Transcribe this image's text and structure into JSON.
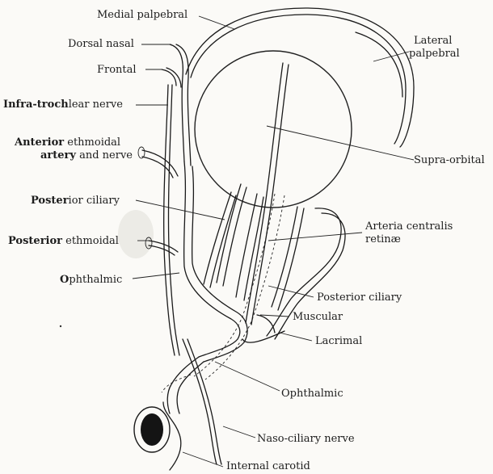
{
  "labels": {
    "medial_palpebral": "Medial palpebral",
    "dorsal_nasal": "Dorsal nasal",
    "frontal": "Frontal",
    "infra_trochlear_bold": "Infra-troch",
    "infra_trochlear_rest": "lear nerve",
    "anterior_ethmoidal_bold": "Anterior",
    "anterior_ethmoidal_rest": " ethmoidal",
    "artery_and_nerve_bold": "artery",
    "artery_and_nerve_rest": " and nerve",
    "posterior_ciliary_left_bold": "Poster",
    "posterior_ciliary_left_rest": "ior ciliary",
    "posterior_ethmoidal_bold": "Posterior",
    "posterior_ethmoidal_rest": " ethmoidal",
    "ophthalmic_left_bold": "O",
    "ophthalmic_left_rest": "phthalmic",
    "lateral_palpebral_1": "Lateral",
    "lateral_palpebral_2": "palpebral",
    "supra_orbital": "Supra-orbital",
    "arteria_centralis_1": "Arteria centralis",
    "arteria_centralis_2": "retinæ",
    "posterior_ciliary_right": "Posterior ciliary",
    "muscular": "Muscular",
    "lacrimal": "Lacrimal",
    "ophthalmic_right": "Ophthalmic",
    "naso_ciliary_nerve": "Naso-ciliary nerve",
    "internal_carotid": "Internal carotid"
  }
}
